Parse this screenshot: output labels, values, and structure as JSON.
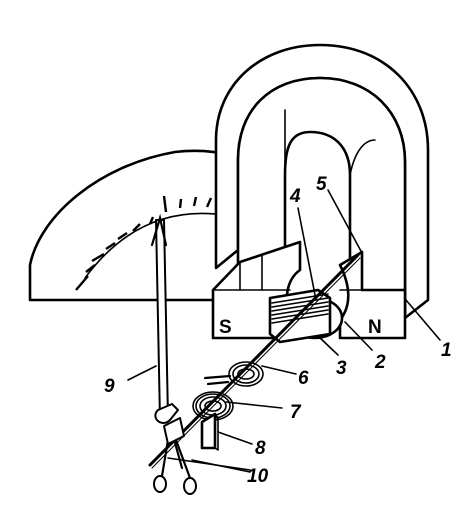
{
  "magnet": {
    "south_pole": "S",
    "north_pole": "N"
  },
  "labels": [
    "1",
    "2",
    "3",
    "4",
    "5",
    "6",
    "7",
    "8",
    "9",
    "10"
  ]
}
